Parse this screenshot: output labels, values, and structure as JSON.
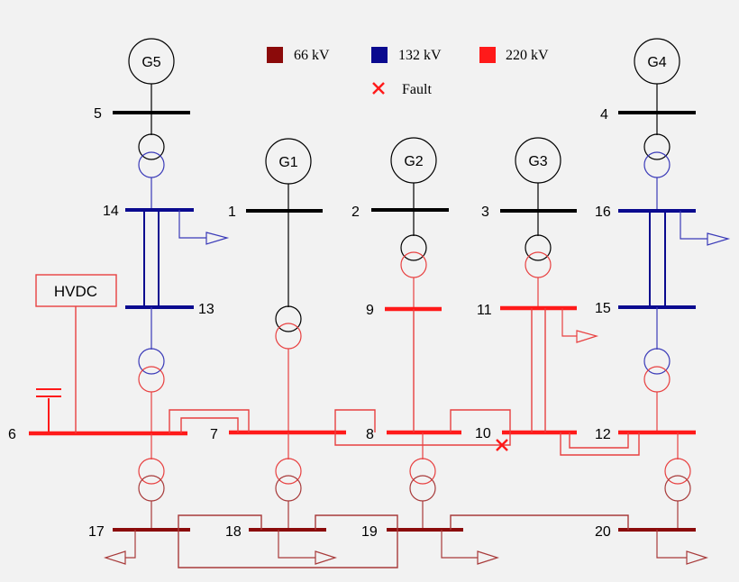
{
  "colors": {
    "kv66": "#8b0a0a",
    "kv132": "#0a0a8f",
    "kv220": "#ff1a1a",
    "kv66_line": "#a83a3a",
    "kv132_line": "#3a3ab8",
    "kv220_line": "#e84040",
    "black": "#000000",
    "fault": "#ff1a1a"
  },
  "legend": {
    "kv66": "66 kV",
    "kv132": "132 kV",
    "kv220": "220 kV",
    "fault": "Fault"
  },
  "generators": {
    "g1": "G1",
    "g2": "G2",
    "g3": "G3",
    "g4": "G4",
    "g5": "G5"
  },
  "hvdc": "HVDC",
  "buses": {
    "b1": "1",
    "b2": "2",
    "b3": "3",
    "b4": "4",
    "b5": "5",
    "b6": "6",
    "b7": "7",
    "b8": "8",
    "b9": "9",
    "b10": "10",
    "b11": "11",
    "b12": "12",
    "b13": "13",
    "b14": "14",
    "b15": "15",
    "b16": "16",
    "b17": "17",
    "b18": "18",
    "b19": "19",
    "b20": "20"
  }
}
